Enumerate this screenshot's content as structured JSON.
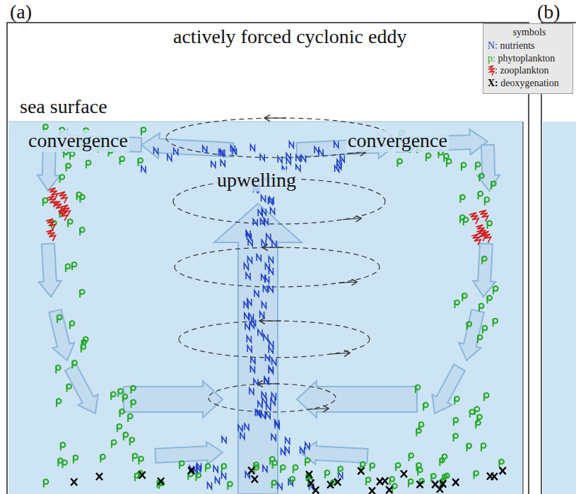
{
  "diagram": {
    "title": "actively forced cyclonic eddy",
    "labels": [
      "(a)",
      "(b)",
      "sea surface",
      "convergence",
      "convergence",
      "upwelling",
      "symbols"
    ],
    "legend": [
      {
        "text": "N: nutrients"
      },
      {
        "text": "p: phytoplankton"
      },
      {
        "text": ": zooplankton"
      },
      {
        "text": "X: deoxygenation"
      }
    ]
  }
}
